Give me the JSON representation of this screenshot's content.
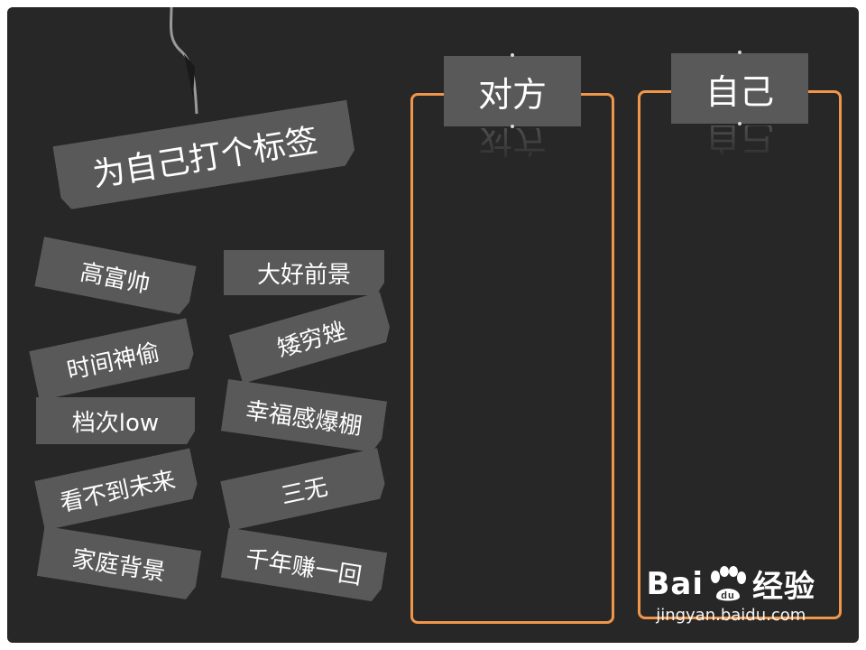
{
  "title_tag": "为自己打个标签",
  "tags": [
    {
      "label": "高富帅"
    },
    {
      "label": "大好前景"
    },
    {
      "label": "矮穷矬"
    },
    {
      "label": "时间神偷"
    },
    {
      "label": "档次low"
    },
    {
      "label": "幸福感爆棚"
    },
    {
      "label": "看不到未来"
    },
    {
      "label": "三无"
    },
    {
      "label": "家庭背景"
    },
    {
      "label": "千年赚一回"
    }
  ],
  "columns": {
    "other": {
      "header": "对方"
    },
    "self": {
      "header": "自己"
    }
  },
  "watermark": {
    "logo_text_left": "Bai",
    "logo_text_mid": "du",
    "logo_text_right": "经验",
    "url": "jingyan.baidu.com"
  },
  "colors": {
    "background": "#272727",
    "tag": "#595959",
    "column_border": "#f0964a"
  }
}
